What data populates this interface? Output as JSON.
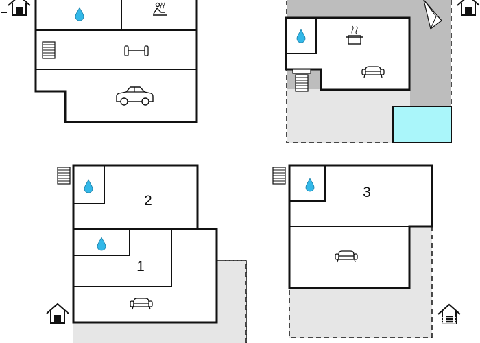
{
  "title": "",
  "colors": {
    "wall": "#111111",
    "outdoor_area": "#e6e6e6",
    "covered_area": "#bdbdbd",
    "pool": "#aaf6fa",
    "water_drop": "#33b8e8",
    "background": "#ffffff"
  },
  "plans": [
    {
      "id": "plan-top-left",
      "rooms": [
        {
          "label": "",
          "icons": [
            "water-drop-icon"
          ]
        },
        {
          "label": "",
          "icons": [
            "sauna-icon"
          ]
        },
        {
          "label": "",
          "icons": [
            "stairs-icon",
            "dumbbell-icon"
          ]
        },
        {
          "label": "",
          "icons": [
            "car-icon"
          ]
        }
      ],
      "entrance": true
    },
    {
      "id": "plan-top-right",
      "rooms": [
        {
          "label": "",
          "icons": [
            "water-drop-icon"
          ]
        },
        {
          "label": "",
          "icons": [
            "cooking-pot-icon",
            "sofa-icon"
          ]
        }
      ],
      "extras": [
        "stairs-icon",
        "pool",
        "terrace",
        "compass-icon"
      ],
      "entrance": true
    },
    {
      "id": "plan-bottom-left",
      "rooms": [
        {
          "label": "2",
          "icons": [
            "water-drop-icon"
          ]
        },
        {
          "label": "1",
          "icons": [
            "water-drop-icon"
          ]
        },
        {
          "label": "",
          "icons": [
            "sofa-icon"
          ]
        }
      ],
      "extras": [
        "stairs-icon",
        "terrace"
      ],
      "entrance": true
    },
    {
      "id": "plan-bottom-right",
      "rooms": [
        {
          "label": "3",
          "icons": [
            "water-drop-icon"
          ]
        },
        {
          "label": "",
          "icons": [
            "sofa-icon"
          ]
        }
      ],
      "extras": [
        "stairs-icon",
        "terrace"
      ],
      "entrance": true
    }
  ]
}
